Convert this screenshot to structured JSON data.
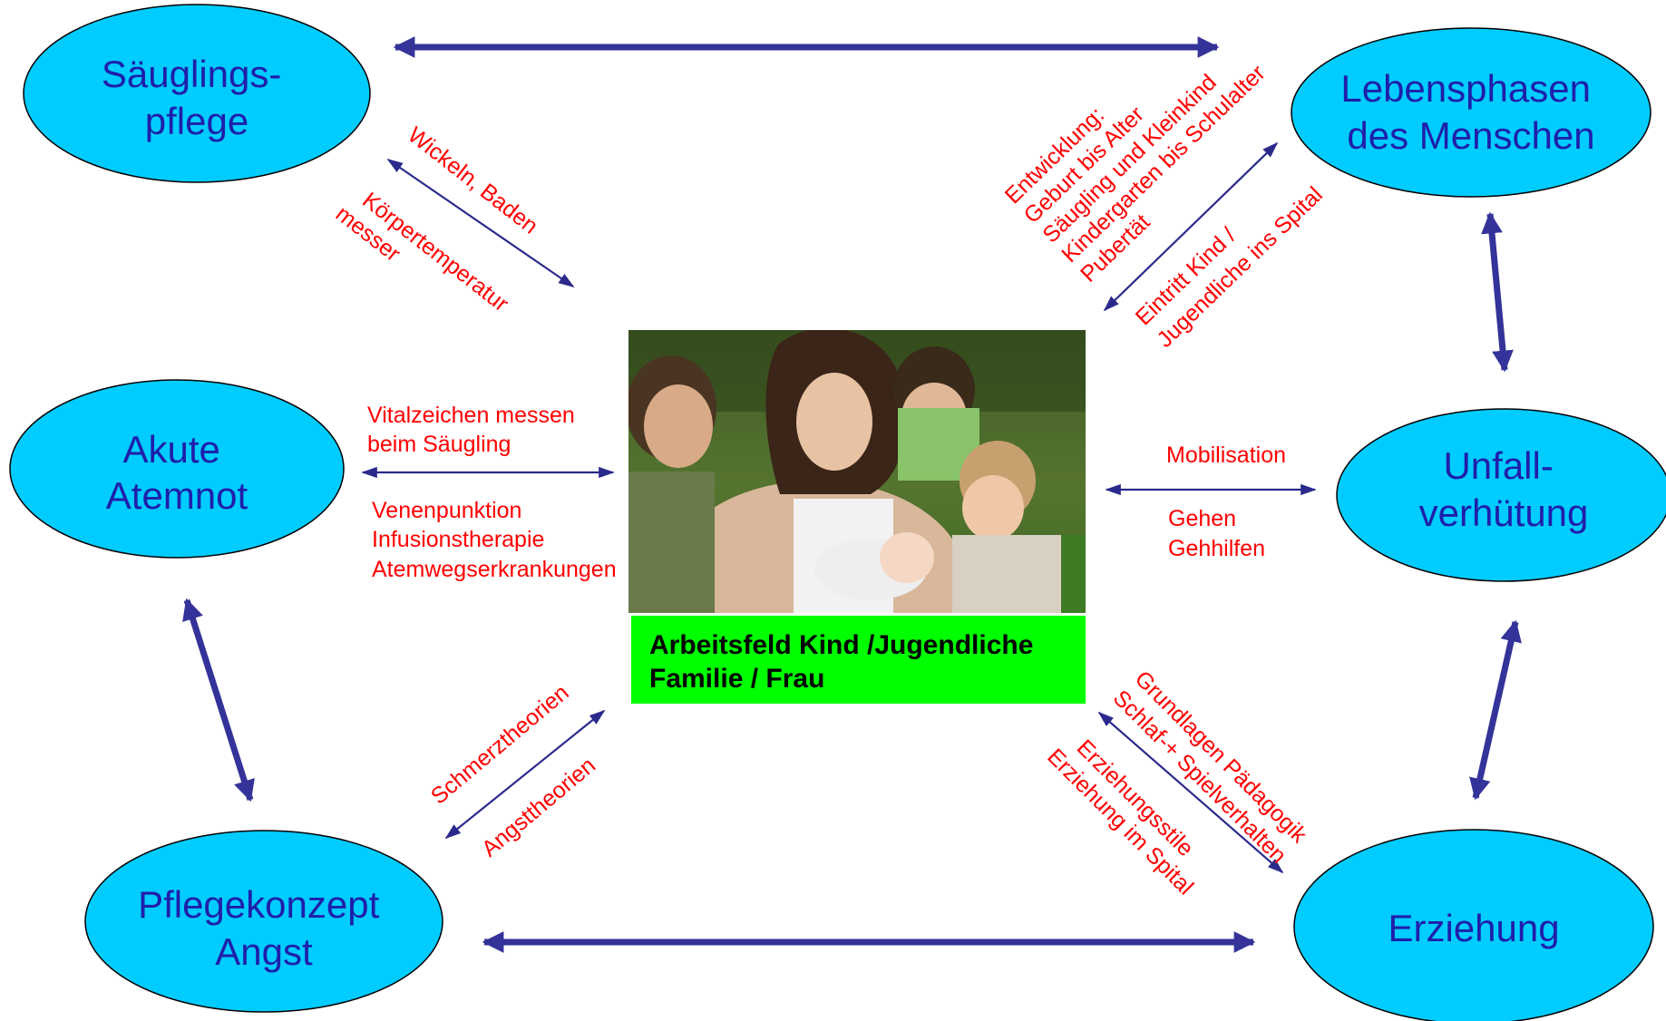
{
  "colors": {
    "node_fill": "#00ccff",
    "node_text": "#1f1faa",
    "arrow_thick": "#33339a",
    "arrow_thin": "#2a2a8c",
    "annotation": "#ff0000",
    "center_label_bg": "#00ff00"
  },
  "nodes": {
    "saeuglingspflege": [
      "Säuglings-",
      "pflege"
    ],
    "lebensphasen": [
      "Lebensphasen",
      "des Menschen"
    ],
    "akute_atemnot": [
      "Akute",
      "Atemnot"
    ],
    "unfallverhuetung": [
      "Unfall-",
      "verhütung"
    ],
    "pflegekonzept": [
      "Pflegekonzept",
      "Angst"
    ],
    "erziehung": [
      "Erziehung"
    ]
  },
  "center": {
    "photo_icon": "family-photo-icon",
    "label": [
      "Arbeitsfeld Kind /Jugendliche",
      "Familie / Frau"
    ]
  },
  "annotations": {
    "saeugling_top": "Wickeln, Baden",
    "saeugling_bottom": [
      "Körpertemperatur",
      "messer"
    ],
    "atemnot_top": [
      "Vitalzeichen messen",
      "beim Säugling"
    ],
    "atemnot_bottom": [
      "Venenpunktion",
      "Infusionstherapie",
      "Atemwegserkrankungen"
    ],
    "lebensphasen_top": [
      "Entwicklung:",
      "Geburt bis Alter",
      "Säugling und Kleinkind",
      "Kindergarten bis Schulalter",
      "Pubertät"
    ],
    "lebensphasen_bottom": [
      "Eintritt Kind /",
      "Jugendliche ins Spital"
    ],
    "unfall_top": "Mobilisation",
    "unfall_bottom": [
      "Gehen",
      "Gehhilfen"
    ],
    "angst_top": "Schmerztheorien",
    "angst_bottom": "Angsttheorien",
    "erziehung_top": [
      "Grundlagen Pädagogik",
      "Schlaf-+ Spielverhalten"
    ],
    "erziehung_bottom": [
      "Erziehungsstile",
      "Erziehung im Spital"
    ]
  }
}
